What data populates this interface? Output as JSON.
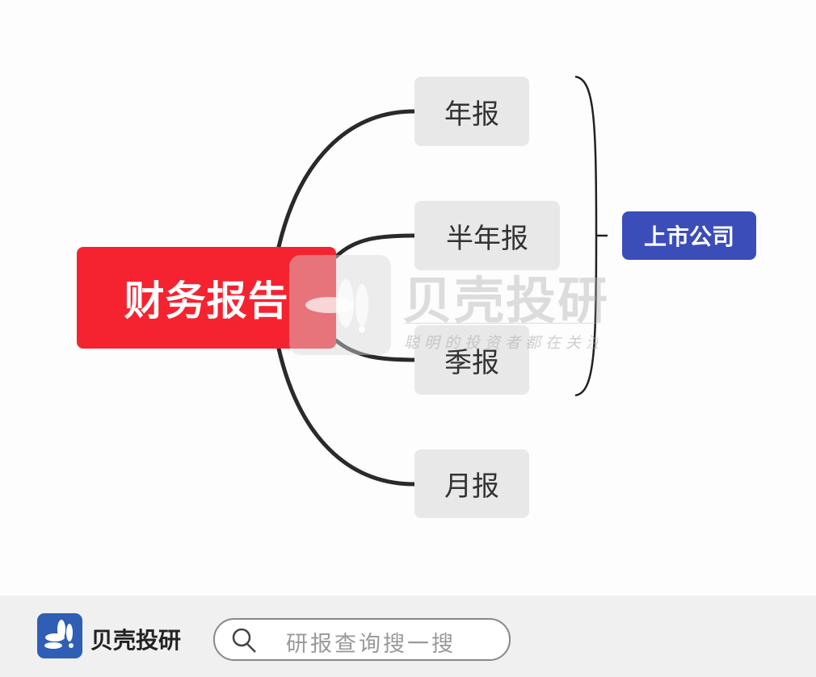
{
  "diagram": {
    "root": "财务报告",
    "children": [
      "年报",
      "半年报",
      "季报",
      "月报"
    ],
    "group_label": "上市公司"
  },
  "watermark": {
    "title": "贝壳投研",
    "slogan": "聪明的投资者都在关注"
  },
  "footer": {
    "brand": "贝壳投研",
    "search_placeholder": "研报查询搜一搜"
  },
  "colors": {
    "root": "#f52330",
    "group": "#3b4db8",
    "logo": "#2e5fb4"
  }
}
